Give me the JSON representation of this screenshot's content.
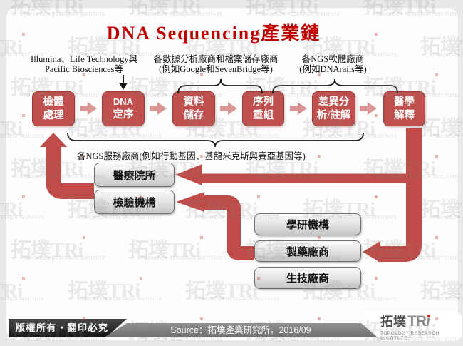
{
  "title": "DNA Sequencing產業鏈",
  "annotations": {
    "sequencer_vendors": {
      "line1": "Illumina、Life Technology與",
      "line2": "Pacific Biosciences等"
    },
    "analysis_storage_vendors": {
      "line1": "各數據分析廠商和檔案儲存廠商",
      "line2": "(例如Google和SevenBridge等)"
    },
    "ngs_software_vendors": {
      "line1": "各NGS軟體廠商",
      "line2": "(例如DNArails等)"
    },
    "ngs_service_vendors": "各NGS服務廠商(例如行動基因、基龍米克斯與賽亞基因等)"
  },
  "chain": [
    {
      "line1": "檢體",
      "line2": "處理"
    },
    {
      "line1": "DNA",
      "line2": "定序"
    },
    {
      "line1": "資料",
      "line2": "儲存"
    },
    {
      "line1": "序列",
      "line2": "重組"
    },
    {
      "line1": "差異分",
      "line2": "析/註解"
    },
    {
      "line1": "醫學",
      "line2": "解釋"
    }
  ],
  "downstream_left": [
    "醫療院所",
    "檢驗機構"
  ],
  "downstream_right": [
    "學研機構",
    "製藥廠商",
    "生技廠商"
  ],
  "footer": {
    "copyright": "版權所有‧翻印必究",
    "source": "Source：拓墣產業研究所，2016/09"
  },
  "logo": {
    "zh": "拓墣",
    "tr": "TR",
    "i": "i",
    "subtitle": "TOPOLOGY RESEARCH INSTITUTE"
  },
  "watermark": {
    "text": "拓墣TRi",
    "subtitle": "TOPOLOGY RESEARCH INSTITUTE"
  },
  "colors": {
    "title-red": "#c00000",
    "chain-red": "#c0504d",
    "chain-arrow": "#d99694",
    "arrow-red": "#bf4c48",
    "frame-bg": "#e9e9e9",
    "slide-bg": "#fdfdfd",
    "logo-red": "#cf2b24"
  }
}
